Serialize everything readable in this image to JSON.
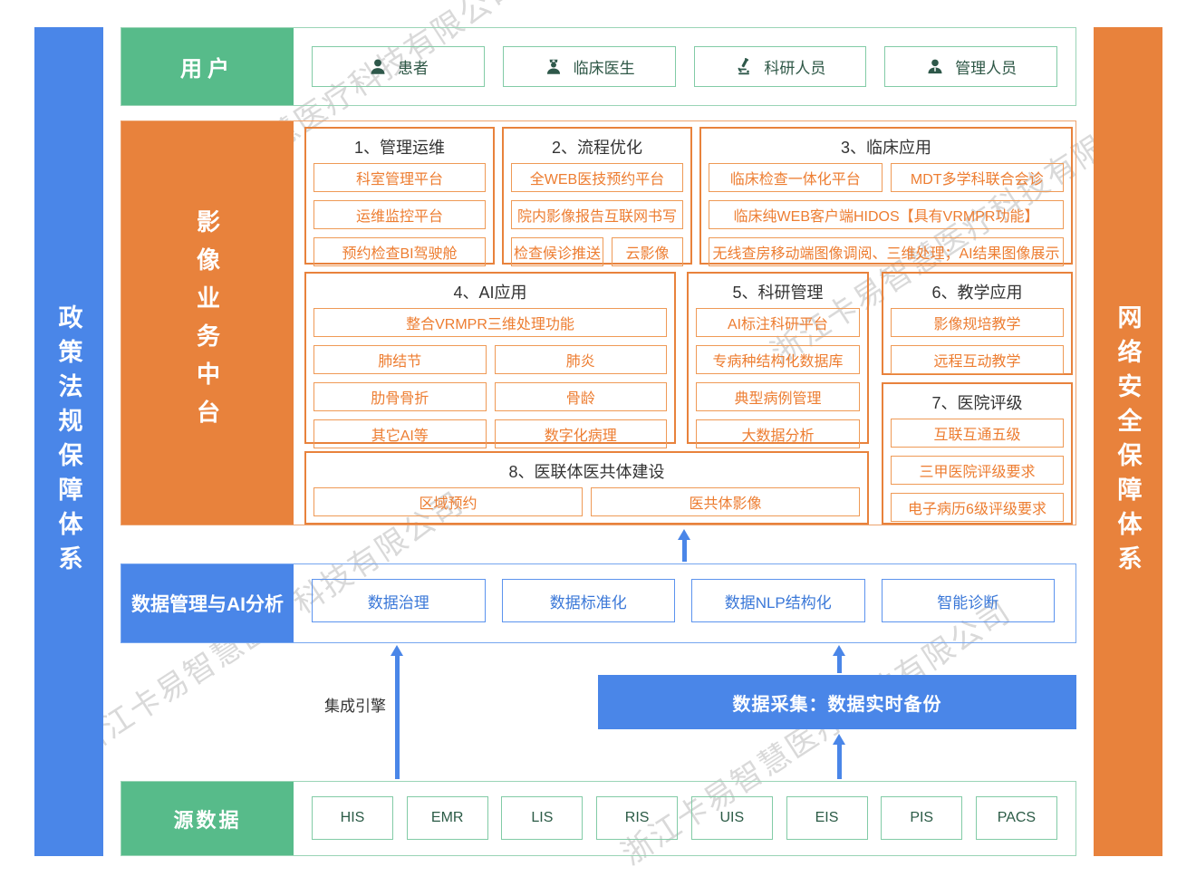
{
  "colors": {
    "green": "#57BB8A",
    "blue": "#4A86E8",
    "orange": "#E8823C",
    "orange_text": "#ED7D31",
    "watermark_gray": "#C9C9C9"
  },
  "watermark": {
    "text": "浙江卡易智慧医疗科技有限公司"
  },
  "left_bar": {
    "label": "政策法规保障体系"
  },
  "right_bar": {
    "label": "网络安全保障体系"
  },
  "users_row": {
    "label": "用户",
    "items": [
      {
        "icon": "patient-icon",
        "label": "患者"
      },
      {
        "icon": "doctor-icon",
        "label": "临床医生"
      },
      {
        "icon": "researcher-icon",
        "label": "科研人员"
      },
      {
        "icon": "manager-icon",
        "label": "管理人员"
      }
    ]
  },
  "platform": {
    "label": "影像业务中台",
    "sections": [
      {
        "title": "1、管理运维",
        "rows": [
          [
            "科室管理平台"
          ],
          [
            "运维监控平台"
          ],
          [
            "预约检查BI驾驶舱"
          ]
        ]
      },
      {
        "title": "2、流程优化",
        "rows": [
          [
            "全WEB医技预约平台"
          ],
          [
            "院内影像报告互联网书写"
          ],
          [
            "检查候诊推送",
            "云影像"
          ]
        ]
      },
      {
        "title": "3、临床应用",
        "rows": [
          [
            "临床检查一体化平台",
            "MDT多学科联合会诊"
          ],
          [
            "临床纯WEB客户端HIDOS【具有VRMPR功能】"
          ],
          [
            "无线查房移动端图像调阅、三维处理；AI结果图像展示"
          ]
        ]
      },
      {
        "title": "4、AI应用",
        "rows": [
          [
            "整合VRMPR三维处理功能"
          ],
          [
            "肺结节",
            "肺炎"
          ],
          [
            "肋骨骨折",
            "骨龄"
          ],
          [
            "其它AI等",
            "数字化病理"
          ]
        ]
      },
      {
        "title": "5、科研管理",
        "rows": [
          [
            "AI标注科研平台"
          ],
          [
            "专病种结构化数据库"
          ],
          [
            "典型病例管理"
          ],
          [
            "大数据分析"
          ]
        ]
      },
      {
        "title": "6、教学应用",
        "rows": [
          [
            "影像规培教学"
          ],
          [
            "远程互动教学"
          ]
        ]
      },
      {
        "title": "7、医院评级",
        "rows": [
          [
            "互联互通五级"
          ],
          [
            "三甲医院评级要求"
          ],
          [
            "电子病历6级评级要求"
          ]
        ]
      },
      {
        "title": "8、医联体医共体建设",
        "rows": [
          [
            "区域预约",
            "医共体影像"
          ]
        ]
      }
    ]
  },
  "data_mgmt": {
    "label": "数据管理与AI分析",
    "items": [
      "数据治理",
      "数据标准化",
      "数据NLP结构化",
      "智能诊断"
    ]
  },
  "flows": {
    "integration_engine": "集成引擎",
    "data_collection": "数据采集：数据实时备份"
  },
  "source_row": {
    "label": "源数据",
    "items": [
      "HIS",
      "EMR",
      "LIS",
      "RIS",
      "UIS",
      "EIS",
      "PIS",
      "PACS"
    ]
  }
}
